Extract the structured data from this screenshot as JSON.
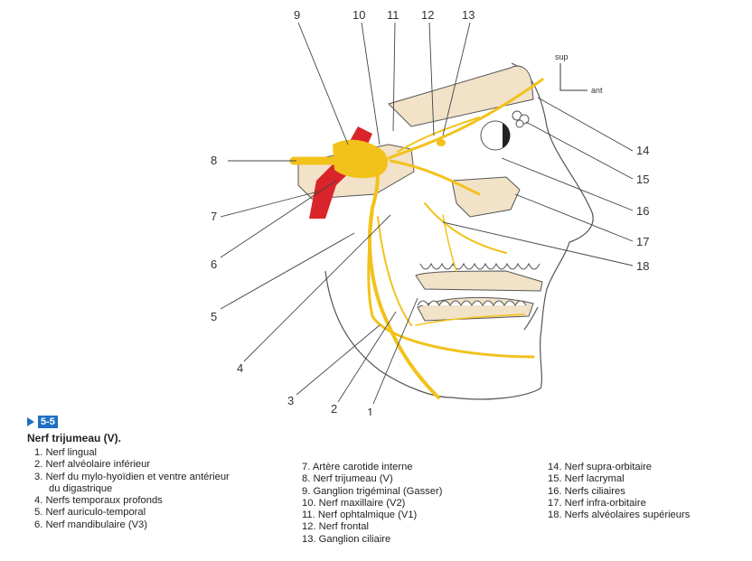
{
  "figure": {
    "callout_numbers": [
      "1",
      "2",
      "3",
      "4",
      "5",
      "6",
      "7",
      "8",
      "9",
      "10",
      "11",
      "12",
      "13",
      "14",
      "15",
      "16",
      "17",
      "18"
    ],
    "orientation": {
      "sup": "sup",
      "ant": "ant"
    },
    "colors": {
      "nerve": "#f2c21b",
      "artery": "#d9242b",
      "bone": "#f1e2c8",
      "line": "#444444"
    }
  },
  "caption": {
    "figure_id": "5-5",
    "title": "Nerf trijumeau (V).",
    "items": [
      "1. Nerf lingual",
      "2. Nerf alvéolaire inférieur",
      "3. Nerf du mylo-hyoïdien et ventre antérieur",
      "du digastrique",
      "4. Nerfs temporaux profonds",
      "5. Nerf auriculo-temporal",
      "6. Nerf mandibulaire (V3)",
      "7. Artère carotide interne",
      "8. Nerf trijumeau (V)",
      "9. Ganglion trigéminal (Gasser)",
      "10. Nerf maxillaire (V2)",
      "11. Nerf ophtalmique (V1)",
      "12. Nerf frontal",
      "13. Ganglion ciliaire",
      "14. Nerf supra-orbitaire",
      "15. Nerf lacrymal",
      "16. Nerfs ciliaires",
      "17. Nerf infra-orbitaire",
      "18. Nerfs alvéolaires supérieurs"
    ]
  }
}
